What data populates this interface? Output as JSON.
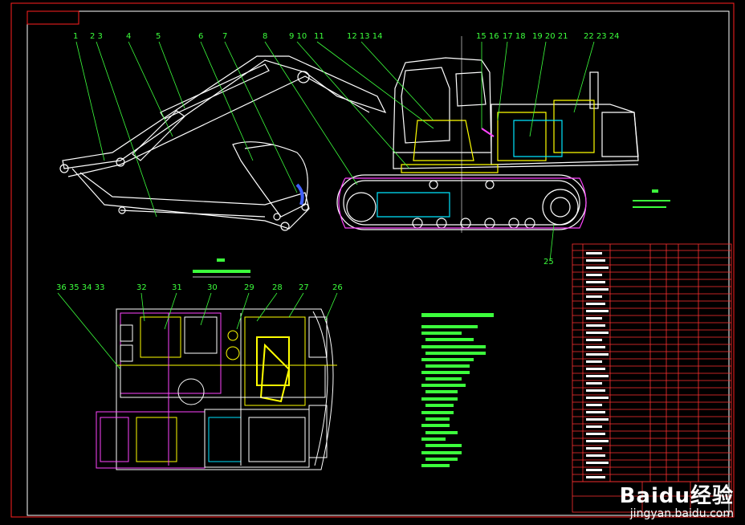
{
  "colors": {
    "background": "#000000",
    "frame": "#ff2020",
    "outline": "#ffffff",
    "callout": "#3cff3c",
    "yellow": "#ffff00",
    "magenta": "#ff44ff",
    "cyan": "#00e5ff",
    "table_line": "#ff3030"
  },
  "callouts": {
    "top": [
      "1",
      "2 3",
      "4",
      "5",
      "6",
      "7",
      "8",
      "9 10",
      "11",
      "12 13 14",
      "15 16",
      "17 18",
      "19 20 21",
      "22 23 24"
    ],
    "side": [
      "25"
    ],
    "bottom": [
      "36 35 34 33",
      "32",
      "31",
      "30",
      "29",
      "28",
      "27",
      "26"
    ]
  },
  "table": {
    "rows": 32
  },
  "watermark": {
    "brand": "Baidu经验",
    "url": "jingyan.baidu.com"
  }
}
